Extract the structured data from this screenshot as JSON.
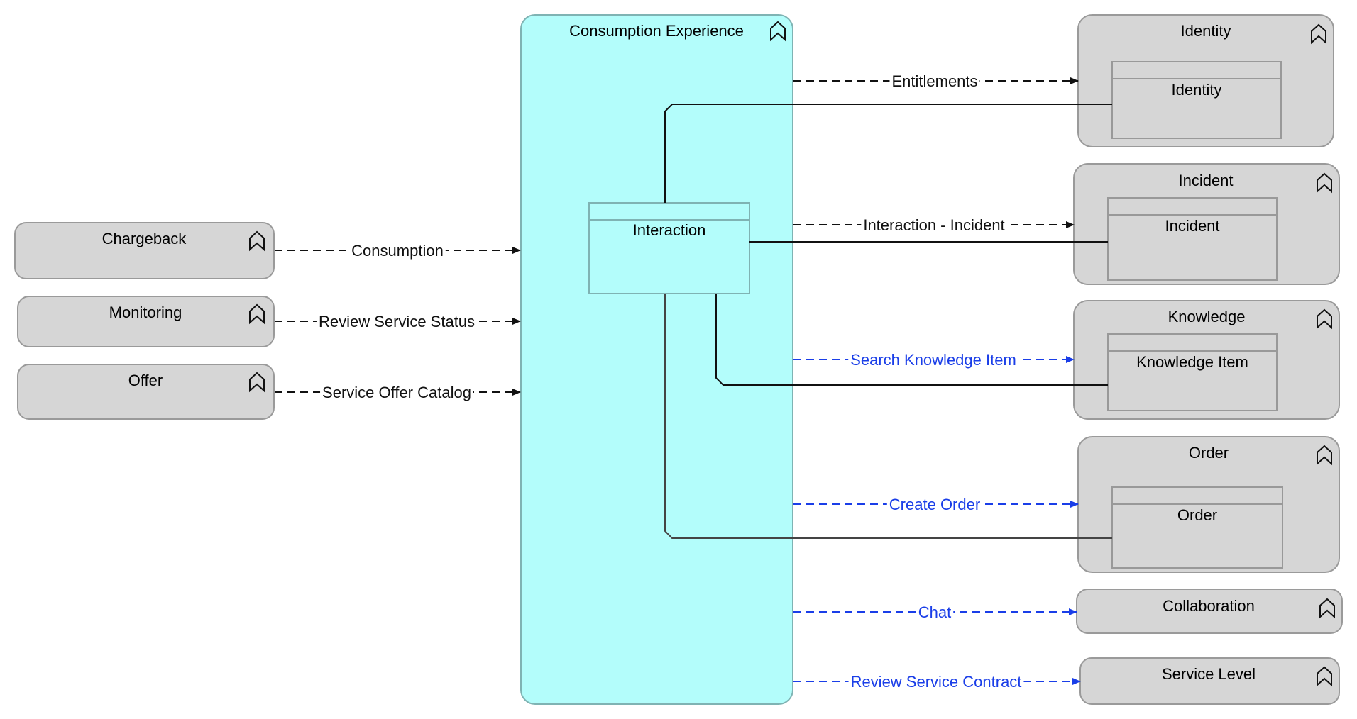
{
  "diagram": {
    "colors": {
      "group_fill": "#d6d6d6",
      "main_fill": "#b3fdfb",
      "flow_black": "#111111",
      "flow_blue": "#1a3ee8"
    },
    "main_function": {
      "title": "Consumption Experience",
      "icon": "business-function-icon",
      "inner_object": {
        "title": "Interaction"
      }
    },
    "left_functions": [
      {
        "id": "chargeback",
        "title": "Chargeback",
        "icon": "business-function-icon"
      },
      {
        "id": "monitoring",
        "title": "Monitoring",
        "icon": "business-function-icon"
      },
      {
        "id": "offer",
        "title": "Offer",
        "icon": "business-function-icon"
      }
    ],
    "right_functions": [
      {
        "id": "identity",
        "title": "Identity",
        "icon": "business-function-icon",
        "inner_object": "Identity"
      },
      {
        "id": "incident",
        "title": "Incident",
        "icon": "business-function-icon",
        "inner_object": "Incident"
      },
      {
        "id": "knowledge",
        "title": "Knowledge",
        "icon": "business-function-icon",
        "inner_object": "Knowledge Item"
      },
      {
        "id": "order",
        "title": "Order",
        "icon": "business-function-icon",
        "inner_object": "Order"
      },
      {
        "id": "collaboration",
        "title": "Collaboration",
        "icon": "business-function-icon"
      },
      {
        "id": "service-level",
        "title": "Service Level",
        "icon": "business-function-icon"
      }
    ],
    "incoming_flows": [
      {
        "from": "Chargeback",
        "to": "Consumption Experience",
        "label": "Consumption",
        "color": "#111111"
      },
      {
        "from": "Monitoring",
        "to": "Consumption Experience",
        "label": "Review Service Status",
        "color": "#111111"
      },
      {
        "from": "Offer",
        "to": "Consumption Experience",
        "label": "Service Offer Catalog",
        "color": "#111111"
      }
    ],
    "outgoing_flows": [
      {
        "from": "Consumption Experience",
        "to": "Identity",
        "label": "Entitlements",
        "color": "#111111"
      },
      {
        "from": "Consumption Experience",
        "to": "Incident",
        "label": "Interaction - Incident",
        "color": "#111111"
      },
      {
        "from": "Consumption Experience",
        "to": "Knowledge",
        "label": "Search Knowledge Item",
        "color": "#1a3ee8"
      },
      {
        "from": "Consumption Experience",
        "to": "Order",
        "label": "Create Order",
        "color": "#1a3ee8"
      },
      {
        "from": "Consumption Experience",
        "to": "Collaboration",
        "label": "Chat",
        "color": "#1a3ee8"
      },
      {
        "from": "Consumption Experience",
        "to": "Service Level",
        "label": "Review Service Contract",
        "color": "#1a3ee8"
      }
    ],
    "associations": [
      {
        "from": "Interaction",
        "to": "Identity"
      },
      {
        "from": "Interaction",
        "to": "Incident"
      },
      {
        "from": "Interaction",
        "to": "Knowledge Item"
      },
      {
        "from": "Interaction",
        "to": "Order"
      }
    ]
  }
}
